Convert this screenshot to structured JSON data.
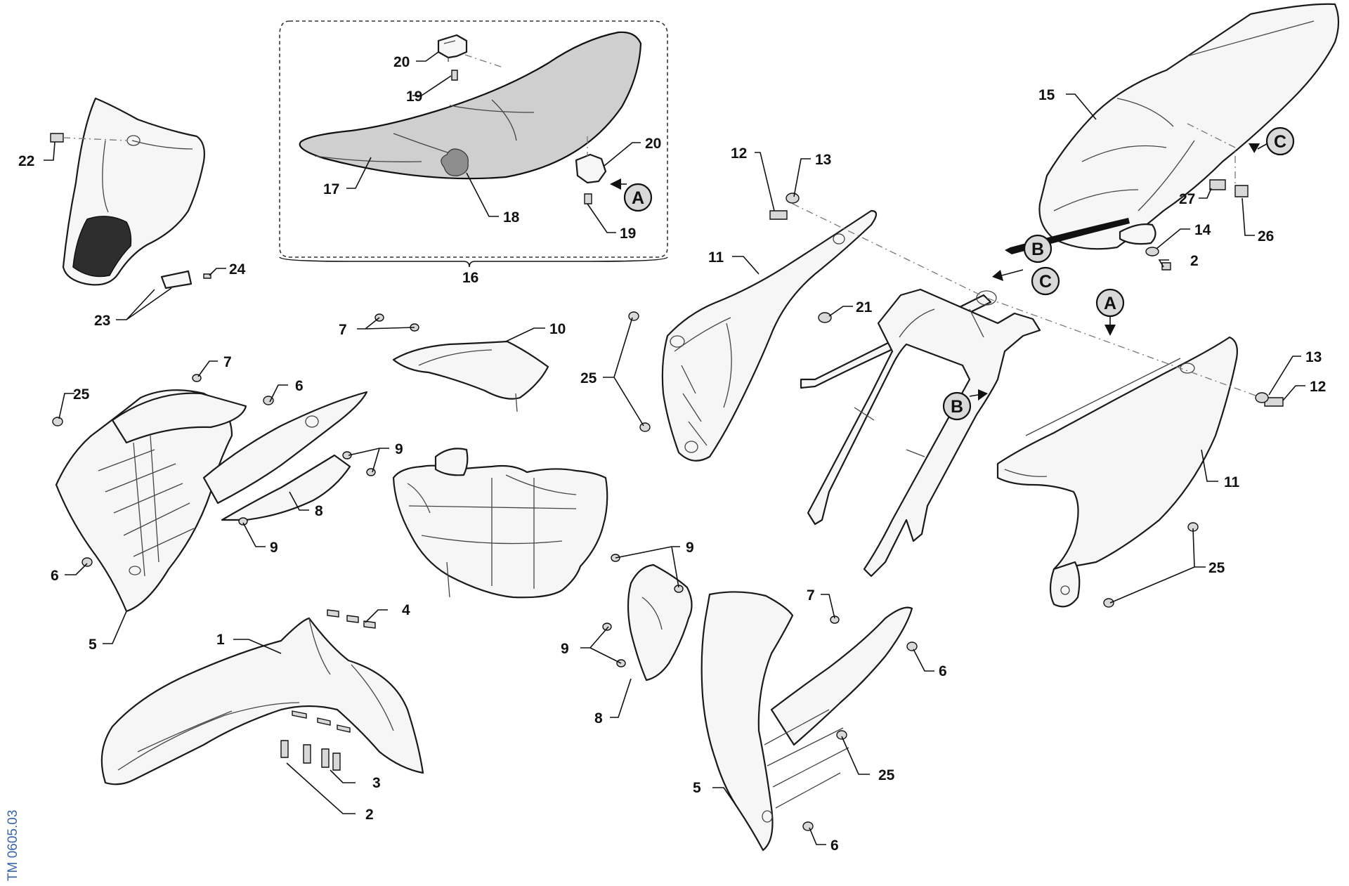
{
  "document_code": "TM 0605.03",
  "callouts": [
    {
      "label": "1"
    },
    {
      "label": "2"
    },
    {
      "label": "2"
    },
    {
      "label": "3"
    },
    {
      "label": "4"
    },
    {
      "label": "5"
    },
    {
      "label": "5"
    },
    {
      "label": "6"
    },
    {
      "label": "6"
    },
    {
      "label": "6"
    },
    {
      "label": "6"
    },
    {
      "label": "7"
    },
    {
      "label": "7"
    },
    {
      "label": "7"
    },
    {
      "label": "8"
    },
    {
      "label": "8"
    },
    {
      "label": "9"
    },
    {
      "label": "9"
    },
    {
      "label": "9"
    },
    {
      "label": "9"
    },
    {
      "label": "10"
    },
    {
      "label": "11"
    },
    {
      "label": "11"
    },
    {
      "label": "12"
    },
    {
      "label": "12"
    },
    {
      "label": "13"
    },
    {
      "label": "13"
    },
    {
      "label": "14"
    },
    {
      "label": "15"
    },
    {
      "label": "16"
    },
    {
      "label": "17"
    },
    {
      "label": "18"
    },
    {
      "label": "19"
    },
    {
      "label": "19"
    },
    {
      "label": "20"
    },
    {
      "label": "20"
    },
    {
      "label": "21"
    },
    {
      "label": "22"
    },
    {
      "label": "23"
    },
    {
      "label": "24"
    },
    {
      "label": "25"
    },
    {
      "label": "25"
    },
    {
      "label": "25"
    },
    {
      "label": "25"
    },
    {
      "label": "26"
    },
    {
      "label": "27"
    }
  ],
  "references": [
    {
      "label": "A"
    },
    {
      "label": "A"
    },
    {
      "label": "B"
    },
    {
      "label": "B"
    },
    {
      "label": "C"
    },
    {
      "label": "C"
    }
  ]
}
